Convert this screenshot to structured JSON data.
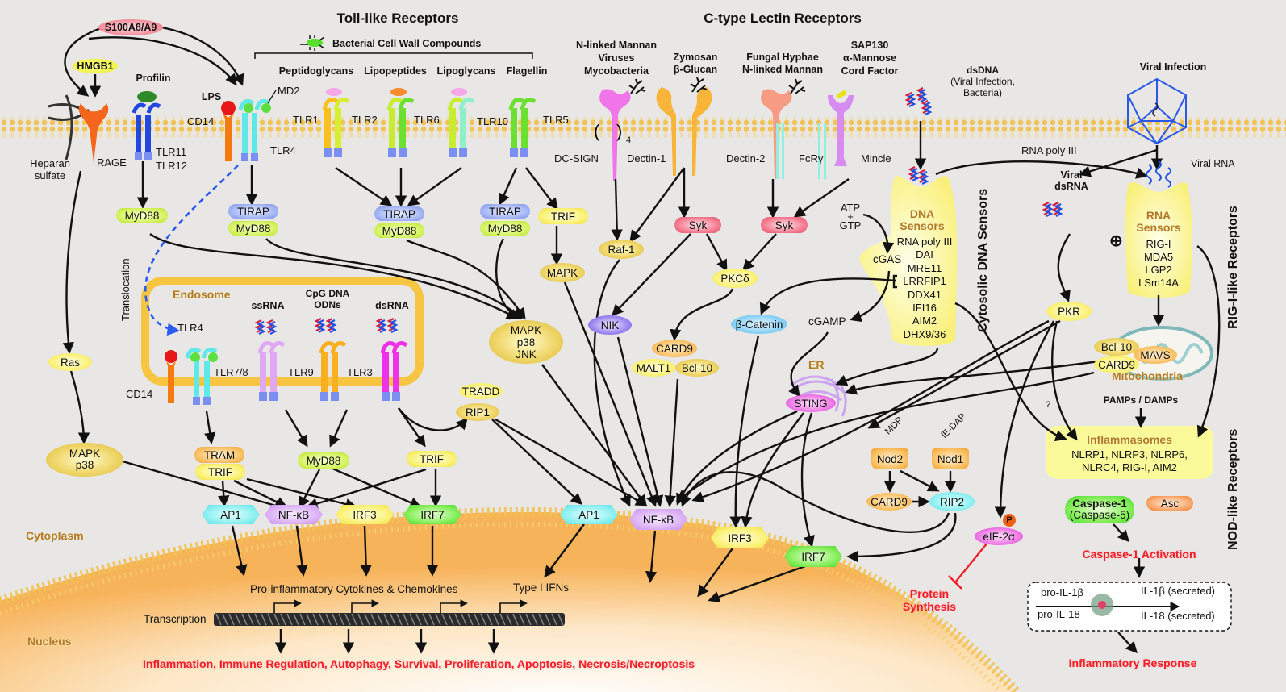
{
  "headings": {
    "toll_like": "Toll-like Receptors",
    "c_type": "C-type Lectin Receptors",
    "cytosolic_dna": "Cytosolic DNA Sensors",
    "rig_like": "RIG-I-like Receptors",
    "nod_like": "NOD-like Receptors"
  },
  "compartments": {
    "cytoplasm": "Cytoplasm",
    "nucleus": "Nucleus",
    "endosome": "Endosome",
    "er": "ER",
    "mitochondria": "Mitochondria"
  },
  "ligands": {
    "s100": "S100A8/A9",
    "hmgb1": "HMGB1",
    "profilin": "Profilin",
    "lps": "LPS",
    "bacterial": "Bacterial Cell Wall Compounds",
    "peptidoglycans": "Peptidoglycans",
    "lipopeptides": "Lipopeptides",
    "lipoglycans": "Lipoglycans",
    "flagellin": "Flagellin",
    "dcsign_lig": [
      "N-linked Mannan",
      "Viruses",
      "Mycobacteria"
    ],
    "dectin1_lig": [
      "Zymosan",
      "β-Glucan"
    ],
    "dectin2_lig": [
      "Fungal Hyphae",
      "N-linked Mannan"
    ],
    "mincle_lig": [
      "SAP130",
      "α-Mannose",
      "Cord Factor"
    ],
    "dsdna": "dsDNA",
    "dsdna_sub": [
      "(Viral Infection,",
      "Bacteria)"
    ],
    "viral_infection": "Viral Infection",
    "viral_rna": "Viral RNA",
    "viral_dsrna": [
      "Viral",
      "dsRNA"
    ],
    "ssrna": "ssRNA",
    "cpg": [
      "CpG DNA",
      "ODNs"
    ],
    "dsrna": "dsRNA",
    "atp_gtp": [
      "ATP",
      "+",
      "GTP"
    ],
    "mdp": "MDP",
    "iedap": "iE-DAP",
    "pamps": "PAMPs / DAMPs",
    "rna_poly3": "RNA poly III"
  },
  "receptors": {
    "heparan": [
      "Heparan",
      "sulfate"
    ],
    "rage": "RAGE",
    "tlr11": [
      "TLR11",
      "TLR12"
    ],
    "cd14": "CD14",
    "md2": "MD2",
    "tlr4": "TLR4",
    "tlr1": "TLR1",
    "tlr2": "TLR2",
    "tlr6": "TLR6",
    "tlr10": "TLR10",
    "tlr5": "TLR5",
    "dcsign": "DC-SIGN",
    "dcsign_sub": "4",
    "dectin1": "Dectin-1",
    "dectin2": "Dectin-2",
    "fcr": "FcRγ",
    "mincle": "Mincle",
    "endo_tlr4": "TLR4",
    "endo_cd14": "CD14",
    "tlr78": "TLR7/8",
    "tlr9": "TLR9",
    "tlr3": "TLR3",
    "translocation": "Translocation"
  },
  "nodes": {
    "myd88_a": "MyD88",
    "tirap_b": "TIRAP",
    "myd88_b": "MyD88",
    "tirap_c": "TIRAP",
    "myd88_c": "MyD88",
    "tirap_d": "TIRAP",
    "myd88_d": "MyD88",
    "trif_e": "TRIF",
    "mapk_e": "MAPK",
    "raf1": "Raf-1",
    "syk1": "Syk",
    "syk2": "Syk",
    "pkcd": "PKCδ",
    "nik": "NIK",
    "card9_a": "CARD9",
    "malt1": "MALT1",
    "bcl10_a": "Bcl-10",
    "bcat": "β-Catenin",
    "cgas": "cGAS",
    "cgamp": "cGAMP",
    "sting": "STING",
    "ras": "Ras",
    "mapk_p38": [
      "MAPK",
      "p38"
    ],
    "mapk_p38_jnk": [
      "MAPK",
      "p38",
      "JNK"
    ],
    "tradd": "TRADD",
    "rip1": "RIP1",
    "tram": "TRAM",
    "trif_f": "TRIF",
    "myd88_g": "MyD88",
    "trif_h": "TRIF",
    "pkr": "PKR",
    "bcl10_b": "Bcl-10",
    "card9_b": "CARD9",
    "mavs": "MAVS",
    "nod2": "Nod2",
    "nod1": "Nod1",
    "card9_c": "CARD9",
    "rip2": "RIP2",
    "eif2a": "eIF-2α",
    "phospho": "P",
    "caspase1": "Caspase-1",
    "caspase5": "(Caspase-5)",
    "asc": "Asc"
  },
  "transcription_factors": {
    "ap1_a": "AP1",
    "nfkb_a": "NF-κB",
    "irf3_a": "IRF3",
    "irf7_a": "IRF7",
    "ap1_b": "AP1",
    "nfkb_b": "NF-κB",
    "irf3_b": "IRF3",
    "irf7_b": "IRF7"
  },
  "dna_sensors": {
    "title": [
      "DNA",
      "Sensors"
    ],
    "items": [
      "RNA poly III",
      "DAI",
      "MRE11",
      "LRRFIP1",
      "DDX41",
      "IFI16",
      "AIM2",
      "DHX9/36"
    ]
  },
  "rna_sensors": {
    "title": [
      "RNA",
      "Sensors"
    ],
    "items": [
      "RIG-I",
      "MDA5",
      "LGP2",
      "LSm14A"
    ],
    "plus": "⊕"
  },
  "inflammasomes": {
    "title": "Inflammasomes",
    "members": [
      "NLRP1, NLRP3, NLRP6,",
      "NLRC4, RIG-I, AIM2"
    ]
  },
  "outcomes": {
    "pro_inflammatory": "Pro-inflammatory Cytokines & Chemokines",
    "type1_ifn": "Type I IFNs",
    "transcription": "Transcription",
    "cell_outcomes": "Inflammation, Immune Regulation, Autophagy, Survival, Proliferation, Apoptosis, Necrosis/Necroptosis",
    "protein_synthesis": [
      "Protein",
      "Synthesis"
    ],
    "caspase_activation": "Caspase-1 Activation",
    "pro_il1b": "pro-IL-1β",
    "pro_il18": "pro-IL-18",
    "il1b": "IL-1β (secreted)",
    "il18": "IL-18 (secreted)",
    "inflammatory_response": "Inflammatory Response",
    "question": "?"
  },
  "colors": {
    "background": "#e9e7e6",
    "membrane": "#f3c860",
    "nucleus": "#f9c37a",
    "arrow": "#111111",
    "outcome_red": "#f0202a",
    "compartment_label": "#b07a28",
    "translocation": "#2a5cf0"
  }
}
